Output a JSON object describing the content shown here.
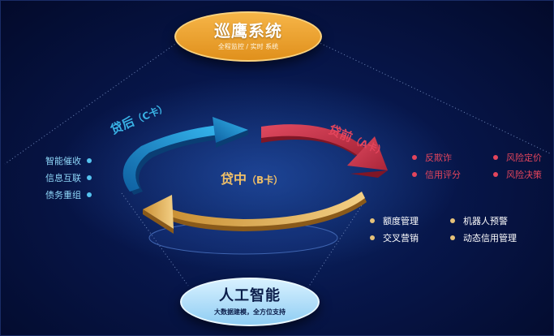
{
  "top": {
    "title": "巡鹰系统",
    "subtitle": "全程监控 / 实时 系统"
  },
  "bottom": {
    "title": "人工智能",
    "subtitle": "大数据建模，全方位支持"
  },
  "stages": {
    "after": {
      "name": "贷后",
      "card": "（C卡）"
    },
    "before": {
      "name": "贷前",
      "card": "（A卡）"
    },
    "middle": {
      "name": "贷中",
      "card": "（B卡）"
    }
  },
  "after_items": [
    "智能催收",
    "信息互联",
    "债务重组"
  ],
  "before_col1": [
    "反欺诈",
    "信用评分"
  ],
  "before_col2": [
    "风险定价",
    "风险决策"
  ],
  "middle_col1": [
    "额度管理",
    "交叉营销"
  ],
  "middle_col2": [
    "机器人预警",
    "动态信用管理"
  ],
  "colors": {
    "background": "#07164a",
    "after_blue": "#1c8ed0",
    "before_red": "#c7334a",
    "middle_gold": "#e2b35c",
    "top_orange": "#f0a431",
    "bottom_lightblue": "#bfe6fb"
  }
}
